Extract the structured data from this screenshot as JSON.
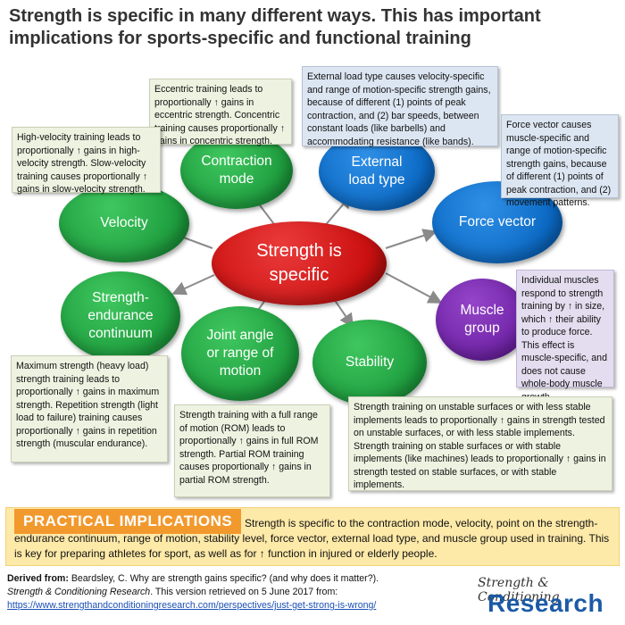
{
  "title": "Strength is specific in many different ways. This has important implications for sports-specific and functional training",
  "center": {
    "line1": "Strength is",
    "line2": "specific"
  },
  "nodes": {
    "contraction_mode": {
      "line1": "Contraction",
      "line2": "mode"
    },
    "external_load_type": {
      "line1": "External",
      "line2": "load type"
    },
    "velocity": {
      "line1": "Velocity"
    },
    "force_vector": {
      "line1": "Force vector"
    },
    "strength_endurance": {
      "line1": "Strength-",
      "line2": "endurance",
      "line3": "continuum"
    },
    "muscle_group": {
      "line1": "Muscle",
      "line2": "group"
    },
    "joint_angle": {
      "line1": "Joint angle",
      "line2": "or range of",
      "line3": "motion"
    },
    "stability": {
      "line1": "Stability"
    }
  },
  "boxes": {
    "eccentric": "Eccentric training leads to proportionally ↑ gains in eccentric strength. Concentric training causes proportionally ↑ gains in concentric strength.",
    "external_load": "External load type causes velocity-specific and range of motion-specific strength gains, because of different (1) points of peak contraction, and (2) bar speeds, between constant loads (like barbells) and accommodating resistance (like bands).",
    "velocity": "High-velocity training leads to proportionally ↑ gains in high-velocity strength. Slow-velocity training causes proportionally ↑ gains in slow-velocity strength.",
    "force_vector": "Force vector causes muscle-specific and range of motion-specific strength gains, because of different (1) points of peak contraction, and (2) movement patterns.",
    "muscle_group": "Individual muscles respond to strength training by ↑ in size, which ↑ their ability to produce force. This effect is muscle-specific, and does not cause whole-body muscle growth.",
    "max_strength": "Maximum strength (heavy load) strength training leads to proportionally ↑ gains in maximum strength. Repetition strength (light load to failure) training causes proportionally ↑ gains in repetition strength (muscular endurance).",
    "rom": "Strength training with a full range of motion (ROM) leads to proportionally ↑ gains in full ROM strength. Partial ROM training causes proportionally ↑ gains in partial ROM strength.",
    "stability": "Strength training on unstable surfaces or with less stable implements leads to proportionally ↑ gains in strength tested on unstable surfaces, or with less stable implements. Strength training on stable surfaces or with stable implements (like machines) leads to proportionally ↑ gains in strength tested on stable surfaces, or with stable implements."
  },
  "practical": {
    "label": "PRACTICAL IMPLICATIONS",
    "text": "Strength is specific to the contraction mode, velocity, point on the strength-endurance continuum, range of motion, stability level, force vector, external load type, and muscle group used in training. This is key for preparing athletes for sport, as well as for ↑ function in injured or elderly people."
  },
  "footer": {
    "derived_label": "Derived from:",
    "derived_text": " Beardsley, C. Why are strength gains specific? (and why does it matter?).",
    "journal": "Strength & Conditioning Research",
    "retrieved": ". This version retrieved on 5 June 2017 from:",
    "url": "https://www.strengthandconditioningresearch.com/perspectives/just-get-strong-is-wrong/"
  },
  "logo": {
    "script": "Strength & Conditioning",
    "main": "Research"
  },
  "colors": {
    "green": "#1e9d3e",
    "blue": "#0b69c4",
    "red": "#cc1111",
    "purple": "#6f23a6",
    "orange": "#f2992e"
  }
}
